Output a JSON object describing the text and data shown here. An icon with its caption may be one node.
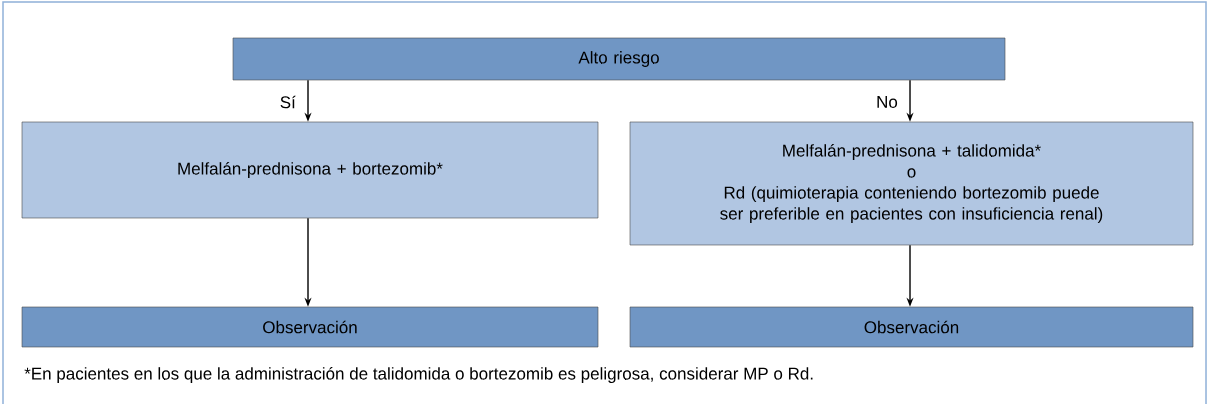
{
  "diagram": {
    "nodes": [
      {
        "text": [
          "Alto riesgo"
        ]
      },
      {
        "text": [
          "Melfalán-prednisona + bortezomib*"
        ]
      },
      {
        "text": [
          "Melfalán-prednisona + talidomida*",
          "o",
          "Rd (quimioterapia conteniendo bortezomib puede ser preferible en pacientes con insuficiencia renal)"
        ]
      },
      {
        "text": [
          "Observación"
        ]
      },
      {
        "text": [
          "Observación"
        ]
      }
    ],
    "edges": [
      {
        "from": 0,
        "to": 1,
        "arrow": "to",
        "label": "Sí"
      },
      {
        "from": 0,
        "to": 2,
        "arrow": "to",
        "label": "No"
      },
      {
        "from": 1,
        "to": 3,
        "arrow": "to"
      },
      {
        "from": 2,
        "to": 4,
        "arrow": "to"
      }
    ],
    "labels": [
      "*En pacientes en los que la administración de talidomida o bortezomib es peligrosa, considerar MP  o Rd."
    ]
  }
}
